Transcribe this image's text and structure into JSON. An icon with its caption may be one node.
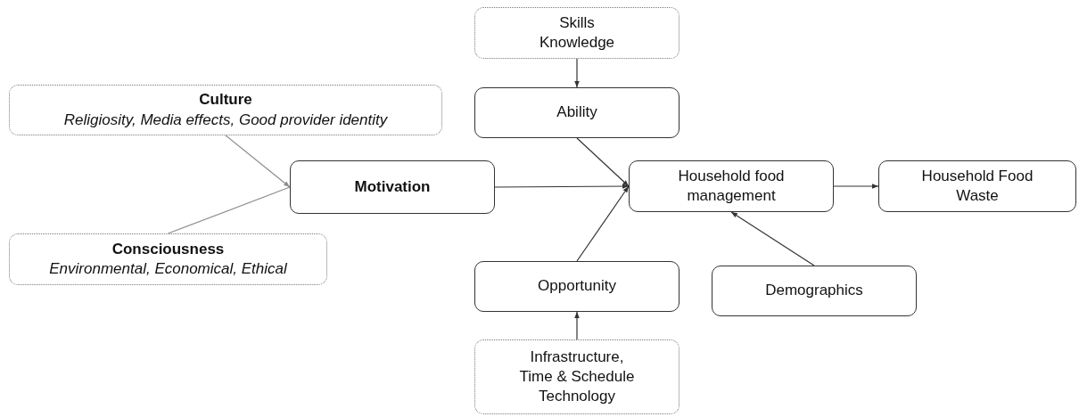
{
  "diagram": {
    "nodes": [
      {
        "text": [
          "Culture",
          "Religiosity, Media effects, Good provider identity"
        ]
      },
      {
        "text": [
          "Consciousness",
          "Environmental, Economical, Ethical"
        ]
      },
      {
        "text": [
          "Motivation"
        ]
      },
      {
        "text": [
          "Skills",
          "Knowledge"
        ]
      },
      {
        "text": [
          "Ability"
        ]
      },
      {
        "text": [
          "Household food management"
        ]
      },
      {
        "text": [
          "Household Food Waste"
        ]
      },
      {
        "text": [
          "Opportunity"
        ]
      },
      {
        "text": [
          "Demographics"
        ]
      },
      {
        "text": [
          "Infrastructure,",
          "Time & Schedule",
          "Technology"
        ]
      }
    ],
    "edges": [
      {
        "from": 0,
        "to": 2,
        "arrow": "to",
        "color": "#8c8c8c"
      },
      {
        "from": 1,
        "to": 2,
        "arrow": "none",
        "color": "#8c8c8c"
      },
      {
        "from": 3,
        "to": 4,
        "arrow": "to"
      },
      {
        "from": 4,
        "to": 5,
        "arrow": "to"
      },
      {
        "from": 2,
        "to": 5,
        "arrow": "to"
      },
      {
        "from": 7,
        "to": 5,
        "arrow": "to"
      },
      {
        "from": 9,
        "to": 7,
        "arrow": "to"
      },
      {
        "from": 8,
        "to": 5,
        "arrow": "to"
      },
      {
        "from": 5,
        "to": 6,
        "arrow": "to"
      }
    ]
  }
}
